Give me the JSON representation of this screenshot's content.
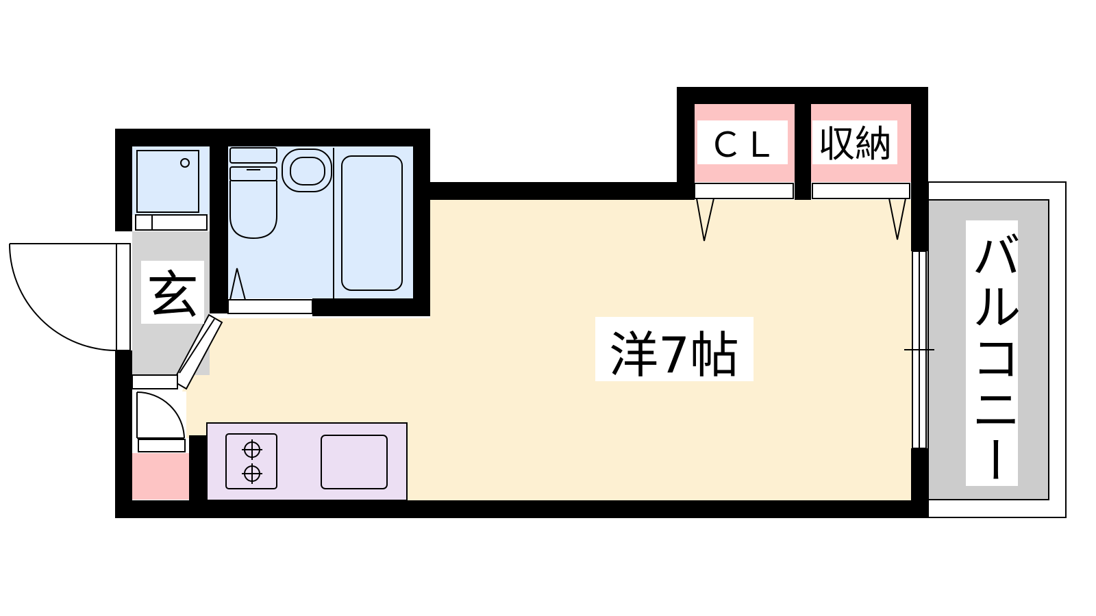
{
  "rooms": {
    "main_room": {
      "label": "洋7帖"
    },
    "entrance": {
      "label": "玄"
    },
    "closet": {
      "label": "ＣＬ"
    },
    "storage": {
      "label": "収納"
    },
    "balcony": {
      "label": "バルコニー"
    }
  },
  "colors": {
    "room_floor": "#fdf0d2",
    "bathroom": "#dcebfd",
    "storage": "#fdc4c4",
    "kitchen": "#ecdff3",
    "entrance": "#d4d4d4",
    "balcony": "#cccccc",
    "wall": "#000000"
  }
}
